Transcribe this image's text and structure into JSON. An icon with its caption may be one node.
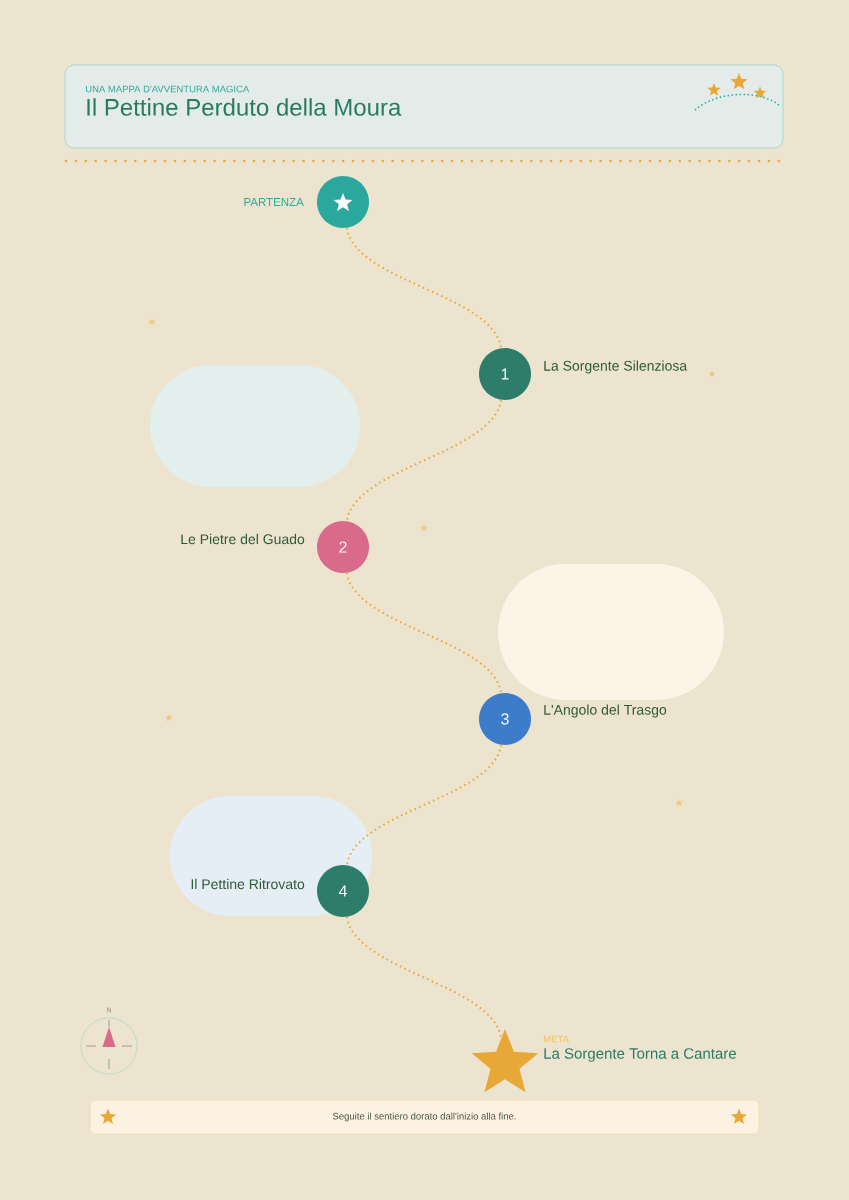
{
  "diagram": {
    "title": "Il Pettine Perduto della Moura",
    "caption": "Seguite il sentiero dorato dall'inizio alla fine.",
    "nodes": [
      {
        "text": [],
        "shape": "circle",
        "beside": [
          "PARTENZA"
        ]
      },
      {
        "text": [
          "1"
        ],
        "beside": [
          "La Sorgente Silenziosa"
        ]
      },
      {
        "text": [
          "2"
        ],
        "beside": [
          "Le Pietre del Guado"
        ]
      },
      {
        "text": [
          "3"
        ],
        "beside": [
          "L'Angolo del Trasgo"
        ]
      },
      {
        "text": [
          "4"
        ],
        "beside": [
          "Il Pettine Ritrovato"
        ]
      },
      {
        "text": [],
        "shape": "star",
        "beside": [
          "META",
          "La Sorgente Torna a Cantare"
        ]
      }
    ],
    "edges": [
      {
        "from": 0,
        "to": 1,
        "arrow": "none"
      },
      {
        "from": 1,
        "to": 2,
        "arrow": "none"
      },
      {
        "from": 2,
        "to": 3,
        "arrow": "none"
      },
      {
        "from": 3,
        "to": 4,
        "arrow": "none"
      },
      {
        "from": 4,
        "to": 5,
        "arrow": "none"
      }
    ],
    "labels": [
      "UNA MAPPA D'AVVENTURA MAGICA",
      "N"
    ]
  }
}
